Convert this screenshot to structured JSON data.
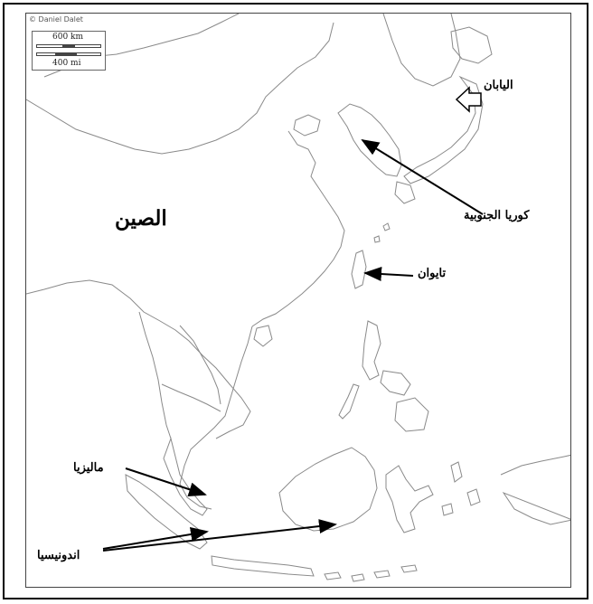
{
  "credit": "© Daniel Dalet",
  "scale": {
    "km": "600 km",
    "mi": "400 mi"
  },
  "labels": {
    "china": "الصين",
    "japan": "اليابان",
    "south_korea": "كوريا الجنوبية",
    "taiwan": "تايوان",
    "malaysia": "ماليزيا",
    "indonesia": "اندونيسيا"
  },
  "colors": {
    "coastline": "#8a8a8a",
    "arrow": "#000000",
    "background": "#ffffff"
  }
}
